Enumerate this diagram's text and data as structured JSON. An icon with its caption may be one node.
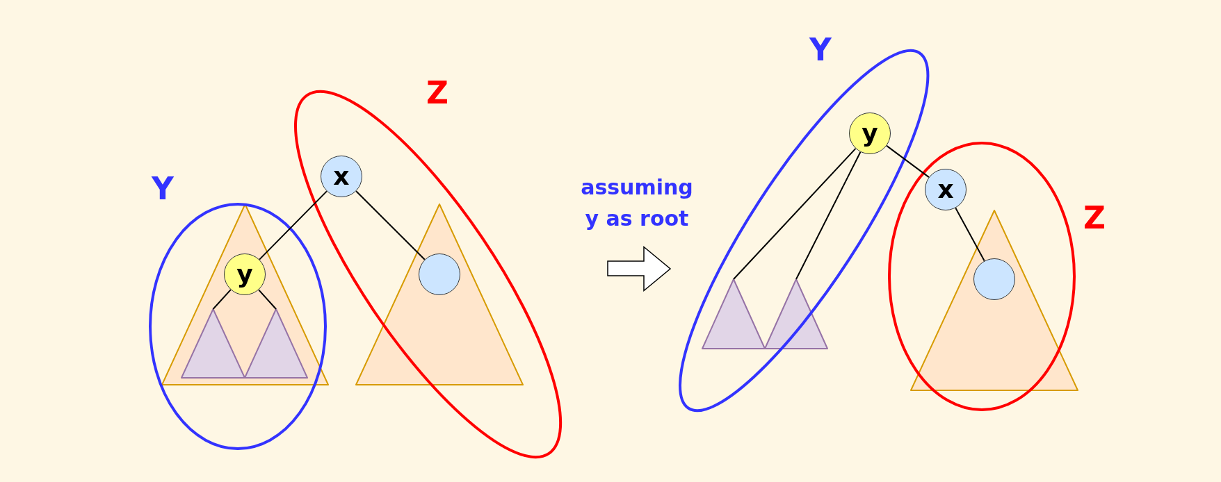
{
  "diagram": {
    "nodes": [
      {
        "text": [
          "Y"
        ]
      },
      {
        "text": [
          "Z"
        ]
      },
      {
        "text": [
          "x"
        ],
        "in": 1
      },
      {
        "text": [],
        "shape": "triangle",
        "in": 0
      },
      {
        "text": [
          "y"
        ],
        "in": 3
      },
      {
        "text": [],
        "shape": "triangle",
        "in": 3
      },
      {
        "text": [],
        "shape": "triangle",
        "in": 3
      },
      {
        "text": [],
        "shape": "triangle",
        "in": 1
      },
      {
        "text": [],
        "shape": "circle",
        "in": 7
      },
      {
        "text": [
          "Y"
        ]
      },
      {
        "text": [
          "y"
        ],
        "in": 9
      },
      {
        "text": [],
        "shape": "triangle",
        "in": 9
      },
      {
        "text": [],
        "shape": "triangle",
        "in": 9
      },
      {
        "text": [
          "Z"
        ]
      },
      {
        "text": [
          "x"
        ],
        "in": 13
      },
      {
        "text": [],
        "shape": "triangle",
        "in": 13
      },
      {
        "text": [],
        "shape": "circle",
        "in": 15
      }
    ],
    "edges": [
      {
        "from": 2,
        "to": 4,
        "arrow": "none"
      },
      {
        "from": 2,
        "to": 8,
        "arrow": "none"
      },
      {
        "from": 4,
        "to": 5,
        "arrow": "none"
      },
      {
        "from": 4,
        "to": 6,
        "arrow": "none"
      },
      {
        "from": 10,
        "to": 14,
        "arrow": "none"
      },
      {
        "from": 14,
        "to": 16,
        "arrow": "none"
      },
      {
        "from": 10,
        "to": 11,
        "arrow": "none"
      },
      {
        "from": 10,
        "to": 12,
        "arrow": "none"
      }
    ],
    "labels": [
      "assuming y as root"
    ]
  }
}
